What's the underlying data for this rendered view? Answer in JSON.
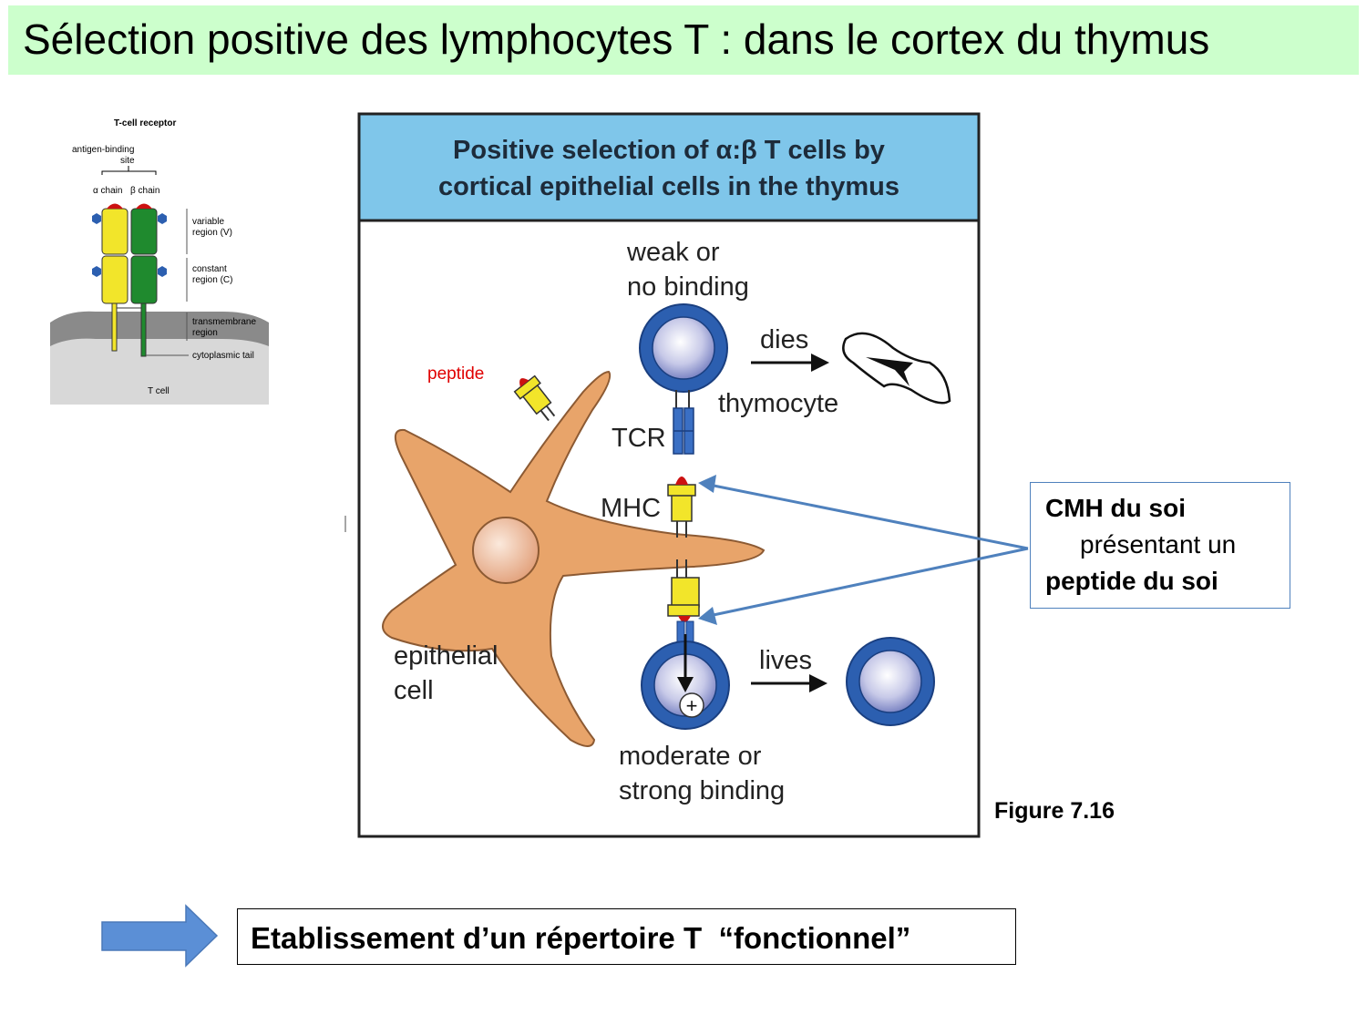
{
  "slide": {
    "title": "Sélection positive des lymphocytes T : dans le cortex du thymus",
    "title_bg": "#ccffcc"
  },
  "receptor_inset": {
    "heading": "T-cell receptor",
    "antigen_binding": "antigen-binding",
    "site": "site",
    "alpha_chain": "α chain",
    "beta_chain": "β chain",
    "variable_region": "variable",
    "variable_region_2": "region (V)",
    "constant_region": "constant",
    "constant_region_2": "region (C)",
    "transmembrane": "transmembrane",
    "transmembrane_2": "region",
    "cytoplasmic_tail": "cytoplasmic tail",
    "t_cell": "T cell"
  },
  "figure": {
    "header_line1": "Positive selection of α:β T cells by",
    "header_line2": "cortical epithelial cells in the thymus",
    "header_bg": "#7fc6ea",
    "weak_line1": "weak or",
    "weak_line2": "no binding",
    "dies": "dies",
    "thymocyte": "thymocyte",
    "tcr": "TCR",
    "mhc": "MHC",
    "peptide": "peptide",
    "epithelial_line1": "epithelial",
    "epithelial_line2": "cell",
    "lives": "lives",
    "plus": "+",
    "moderate_line1": "moderate or",
    "moderate_line2": "strong binding"
  },
  "callout": {
    "line1": "CMH du soi",
    "line2": "présentant un",
    "line3": "peptide du soi",
    "border_color": "#4f81bd"
  },
  "figure_label": "Figure 7.16",
  "conclusion": {
    "text": "Etablissement d’un répertoire T  “fonctionnel”",
    "arrow_color": "#5b8fd6"
  },
  "colors": {
    "alpha_chain": "#f2e52a",
    "beta_chain": "#1f8a2e",
    "cell_blue": "#2c5fb0",
    "epithelial": "#e8a46a",
    "peptide_red": "#cc1111"
  }
}
